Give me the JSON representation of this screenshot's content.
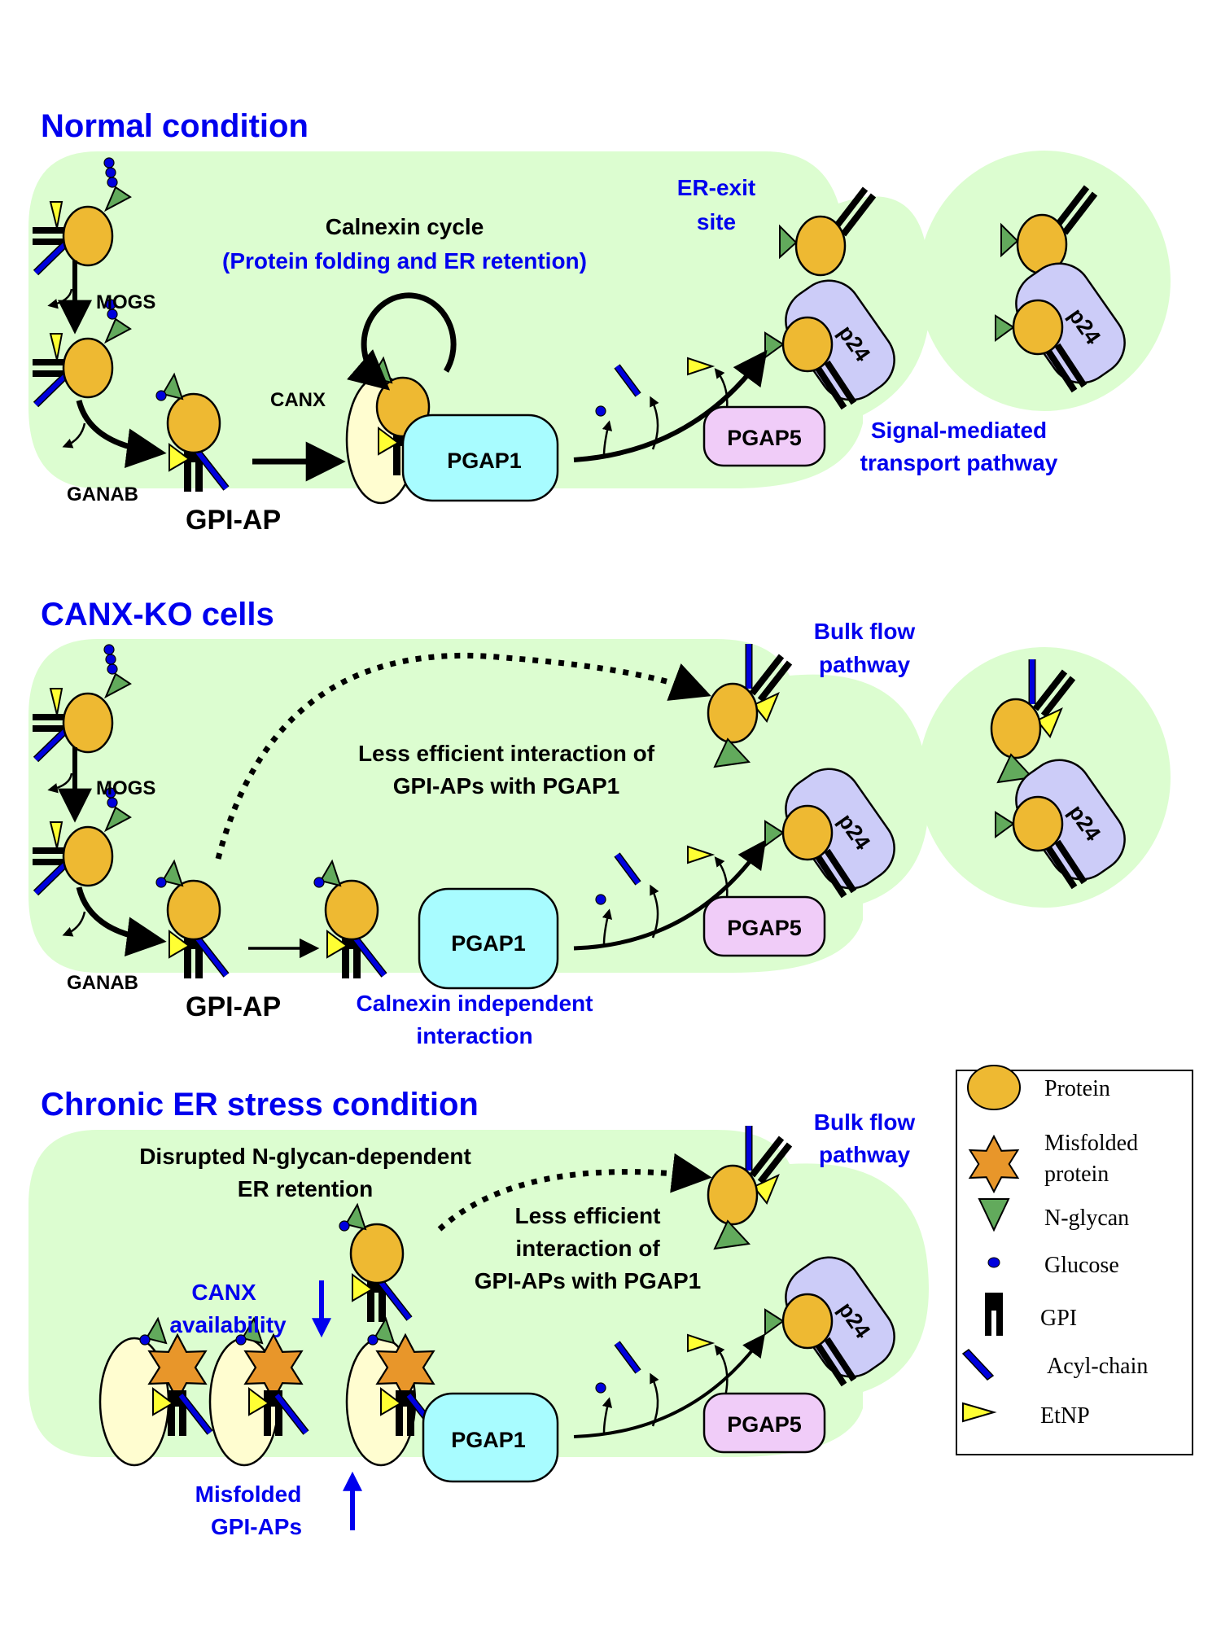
{
  "colors": {
    "er_background": "#dcfdd0",
    "protein": "#eeb932",
    "misfolded": "#e8962a",
    "nglycan": "#62aa5c",
    "glucose": "#0000dd",
    "acyl": "#0000dd",
    "etnp": "#ffff33",
    "pgap1": "#a8fcff",
    "pgap5": "#f0ccf8",
    "p24": "#ccccf8",
    "canx": "#fffdd0",
    "title_blue": "#0000ee"
  },
  "panels": [
    {
      "title": "Normal condition",
      "mogs": "MOGS",
      "ganab": "GANAB",
      "gpi_ap": "GPI-AP",
      "cycle_title": "Calnexin cycle",
      "cycle_subtitle": "(Protein folding and ER retention)",
      "canx": "CANX",
      "pgap1": "PGAP1",
      "pgap5": "PGAP5",
      "p24_a": "p24",
      "p24_b": "p24",
      "er_exit_1": "ER-exit",
      "er_exit_2": "site",
      "pathway_1": "Signal-mediated",
      "pathway_2": "transport pathway"
    },
    {
      "title": "CANX-KO cells",
      "mogs": "MOGS",
      "ganab": "GANAB",
      "gpi_ap": "GPI-AP",
      "less_1": "Less efficient interaction of",
      "less_2": "GPI-APs with PGAP1",
      "pgap1": "PGAP1",
      "pgap5": "PGAP5",
      "p24_a": "p24",
      "p24_b": "p24",
      "independent_1": "Calnexin independent",
      "independent_2": "interaction",
      "bulk_1": "Bulk flow",
      "bulk_2": "pathway"
    },
    {
      "title": "Chronic ER stress condition",
      "disrupted_1": "Disrupted N-glycan-dependent",
      "disrupted_2": "ER retention",
      "less_1": "Less efficient",
      "less_2": "interaction of",
      "less_3": "GPI-APs with PGAP1",
      "canx_avail_1": "CANX",
      "canx_avail_2": "availability",
      "misfolded_1": "Misfolded",
      "misfolded_2": "GPI-APs",
      "pgap1": "PGAP1",
      "pgap5": "PGAP5",
      "p24_a": "p24",
      "bulk_1": "Bulk flow",
      "bulk_2": "pathway"
    }
  ],
  "legend": {
    "items": [
      {
        "icon": "protein-icon",
        "label": "Protein"
      },
      {
        "icon": "misfolded-protein-icon",
        "label_1": "Misfolded",
        "label_2": "protein"
      },
      {
        "icon": "n-glycan-icon",
        "label": "N-glycan"
      },
      {
        "icon": "glucose-icon",
        "label": "Glucose"
      },
      {
        "icon": "gpi-icon",
        "label": "GPI"
      },
      {
        "icon": "acyl-chain-icon",
        "label": "Acyl-chain"
      },
      {
        "icon": "etnp-icon",
        "label": "EtNP"
      }
    ]
  }
}
